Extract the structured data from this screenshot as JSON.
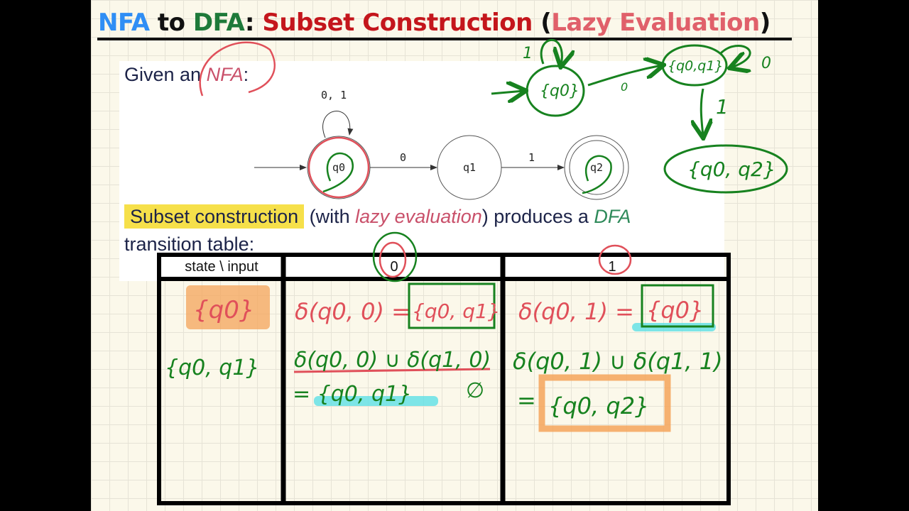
{
  "title": {
    "part1": "NFA",
    "part2": " to ",
    "part3": "DFA",
    "part4": ": ",
    "part5": "Subset Construction ",
    "part6": "(",
    "part7": "Lazy Evaluation",
    "part8": ")"
  },
  "colors": {
    "blue": "#2f8ef5",
    "green": "#1e7a3a",
    "red": "#c4161c",
    "pink": "#e0606a",
    "ink_green": "#17821f",
    "ink_red": "#e0505a",
    "highlight_yellow": "#f6e04a",
    "highlight_orange": "#f4a45a",
    "highlight_cyan": "#5ee0e6"
  },
  "slide": {
    "given": "Given an ",
    "nfa": "NFA",
    ":": ":",
    "nfa_diagram": {
      "states": [
        "q0",
        "q1",
        "q2"
      ],
      "loop_label": "0, 1",
      "edge_q0_q1": "0",
      "edge_q1_q2": "1"
    },
    "sentence": {
      "hl": "Subset construction",
      "a": " (with ",
      "lazy": "lazy evaluation",
      "b": ") produces a ",
      "dfa": "DFA",
      "c": "transition table:"
    }
  },
  "table": {
    "header": [
      "state \\ input",
      "0",
      "1"
    ]
  },
  "handwriting": {
    "r1_state": "{q0}",
    "r1_c0_lhs": "δ(q0, 0) =",
    "r1_c0_rhs": "{q0, q1}",
    "r1_c1_lhs": "δ(q0, 1) =",
    "r1_c1_rhs": "{q0}",
    "r2_state": "{q0, q1}",
    "r2_c0_expr": "δ(q0, 0) ∪ δ(q1, 0)",
    "r2_c0_res": "= {q0, q1}",
    "r2_c0_empty": "∅",
    "r2_c1_expr": "δ(q0, 1) ∪ δ(q1, 1)",
    "r2_c1_res": "=",
    "r2_c1_set": "{q0, q2}",
    "dfa_s0": "{q0}",
    "dfa_s1": "{q0,q1}",
    "dfa_s2": "{q0, q2}",
    "dfa_loop_s0": "1",
    "dfa_edge_s0_s1": "0",
    "dfa_loop_s1": "0",
    "dfa_edge_s1_s2": "1"
  }
}
